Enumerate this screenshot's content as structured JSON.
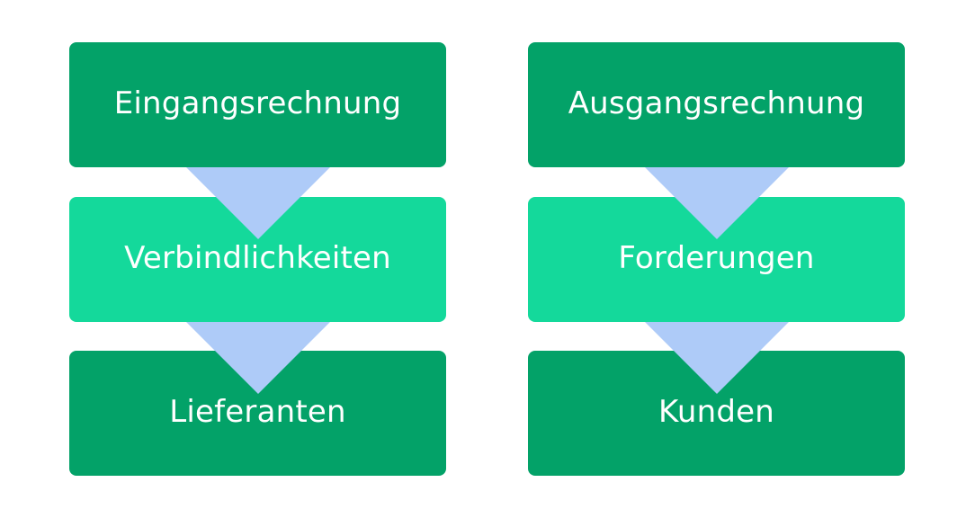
{
  "colors": {
    "dark_green": "#03A268",
    "light_green": "#14D99B",
    "arrow": "#AECBF8",
    "text": "#FFFFFF",
    "background": "#FFFFFF"
  },
  "columns": [
    {
      "name": "incoming",
      "boxes": [
        {
          "label": "Eingangsrechnung",
          "style": "dark"
        },
        {
          "label": "Verbindlichkeiten",
          "style": "light"
        },
        {
          "label": "Lieferanten",
          "style": "dark"
        }
      ],
      "arrows": [
        "arrow-down-icon",
        "arrow-down-icon"
      ]
    },
    {
      "name": "outgoing",
      "boxes": [
        {
          "label": "Ausgangsrechnung",
          "style": "dark"
        },
        {
          "label": "Forderungen",
          "style": "light"
        },
        {
          "label": "Kunden",
          "style": "dark"
        }
      ],
      "arrows": [
        "arrow-down-icon",
        "arrow-down-icon"
      ]
    }
  ]
}
